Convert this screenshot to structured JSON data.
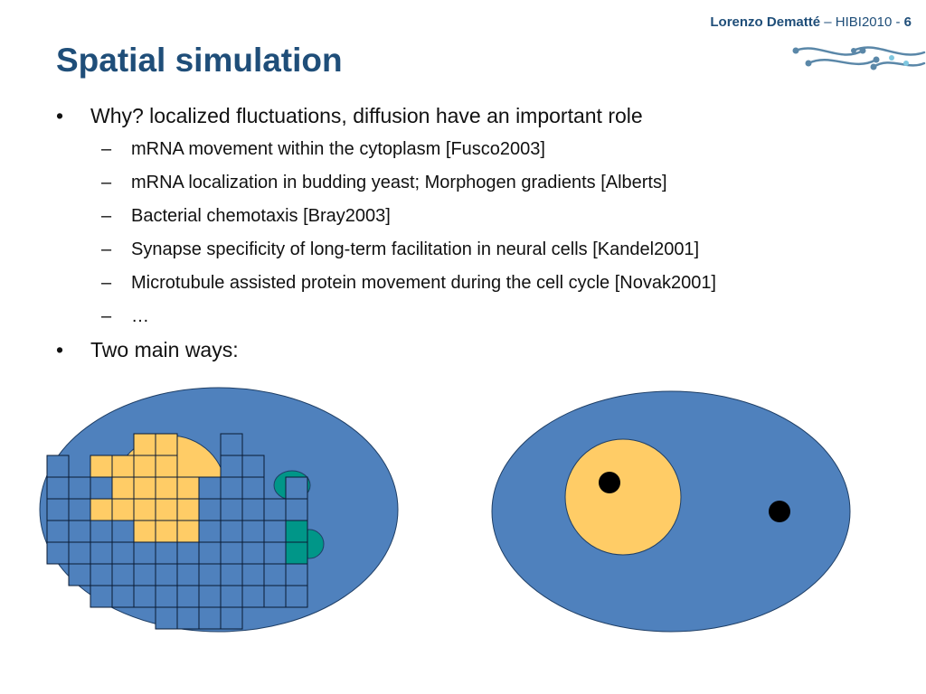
{
  "header": {
    "author": "Lorenzo Dematté",
    "separator": " – ",
    "event": "HIBI2010",
    "dash": " - ",
    "page_number": "6"
  },
  "title": "Spatial simulation",
  "bullets": [
    {
      "marker": "•",
      "text": "Why? localized fluctuations, diffusion have an important role",
      "subitems": [
        "mRNA movement within the cytoplasm [Fusco2003]",
        "mRNA localization in budding yeast; Morphogen gradients [Alberts]",
        "Bacterial chemotaxis [Bray2003]",
        "Synapse specificity of long-term facilitation in neural cells [Kandel2001]",
        "Microtubule assisted protein movement during the cell cycle [Novak2001]",
        "…"
      ]
    },
    {
      "marker": "•",
      "text": "Two main ways:",
      "subitems": []
    }
  ],
  "sub_marker": "–",
  "colors": {
    "title": "#1f4e79",
    "cell": "#4f81bd",
    "nucleus": "#ffcc66",
    "organelle": "#009688",
    "molecule": "#000000",
    "logo": "#5a87a8"
  }
}
